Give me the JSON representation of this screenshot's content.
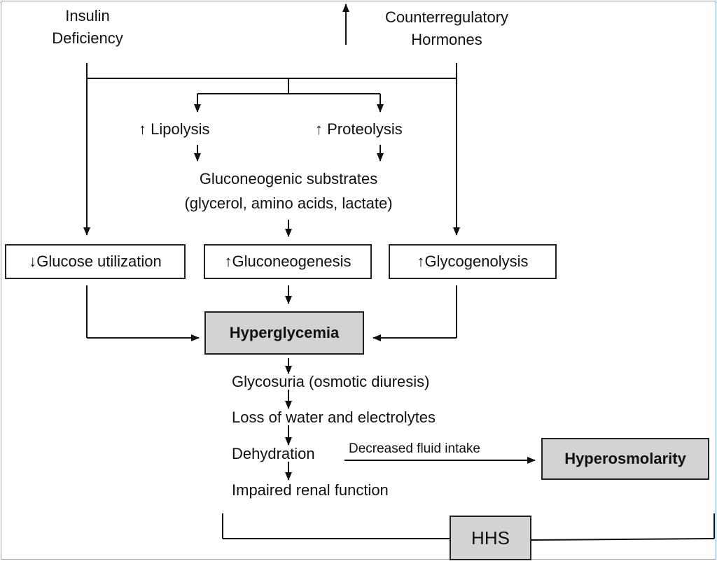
{
  "inputs": {
    "insulin_line1": "Insulin",
    "insulin_line2": "Deficiency",
    "counter_line1": "Counterregulatory",
    "counter_line2": "Hormones",
    "up_arrow": "↑"
  },
  "middle": {
    "lipolysis": "Lipolysis",
    "proteolysis": "Proteolysis",
    "substrates_line1": "Gluconeogenic substrates",
    "substrates_line2": "(glycerol, amino acids, lactate)"
  },
  "boxes": {
    "glucose_utilization": "Glucose utilization",
    "gluconeogenesis": "Gluconeogenesis",
    "glycogenolysis": "Glycogenolysis",
    "hyperglycemia": "Hyperglycemia",
    "hyperosmolarity": "Hyperosmolarity",
    "hhs": "HHS"
  },
  "arrows": {
    "up": "↑",
    "down": "↓"
  },
  "cascade": {
    "glycosuria": "Glycosuria (osmotic diuresis)",
    "loss": "Loss of water and electrolytes",
    "dehydration": "Dehydration",
    "decreased_intake": "Decreased fluid intake",
    "renal": "Impaired renal function"
  }
}
